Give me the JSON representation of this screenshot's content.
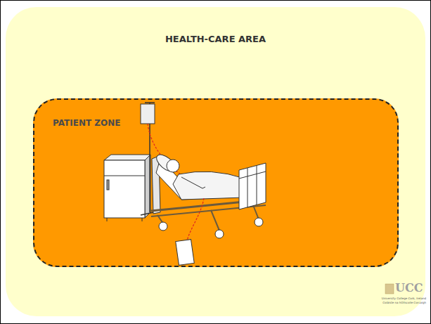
{
  "diagram": {
    "nodes": [
      {
        "text": [
          "HEALTH-CARE AREA"
        ]
      },
      {
        "text": [
          "PATIENT ZONE"
        ],
        "in": 0
      }
    ],
    "labels": [
      "UCC",
      "University College Cork, Ireland",
      "Coláiste na hOllscoile Corcaigh"
    ]
  }
}
